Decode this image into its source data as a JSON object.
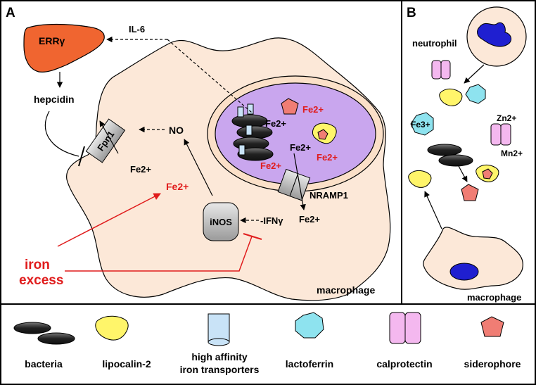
{
  "panels": {
    "a": "A",
    "b": "B"
  },
  "panel_a": {
    "err": "ERRγ",
    "il6": "IL-6",
    "hepcidin": "hepcidin",
    "fpn1": "Fpn1",
    "no": "NO",
    "fe_fpn": "Fe2+",
    "fe_red": "Fe2+",
    "inos": "iNOS",
    "ifn": "-IFNγ",
    "fe_out": "Fe2+",
    "nramp1": "NRAMP1",
    "fe_vac1": "Fe2+",
    "fe_vac2": "Fe2+",
    "fe_vac3": "Fe2+",
    "fe_vac4": "Fe2+",
    "fe_vac5": "Fe2+",
    "iron_excess_1": "iron",
    "iron_excess_2": "excess",
    "macrophage": "macrophage"
  },
  "panel_b": {
    "neutrophil": "neutrophil",
    "fe3": "Fe3+",
    "zn": "Zn2+",
    "mn": "Mn2+",
    "macrophage": "macrophage"
  },
  "legend": [
    {
      "label": "bacteria"
    },
    {
      "label": "lipocalin-2"
    },
    {
      "label_1": "high affinity",
      "label_2": "iron transporters"
    },
    {
      "label": "lactoferrin"
    },
    {
      "label": "calprotectin"
    },
    {
      "label": "siderophore"
    }
  ],
  "colors": {
    "cell": "#fce8d8",
    "vacuole": "#c9a6ee",
    "liver": "#f06530",
    "iron_red": "#e01c1c",
    "lipocalin": "#fff56a",
    "lactoferrin": "#8ee3ef",
    "calprotectin": "#f4b8ef",
    "siderophore": "#f07d74",
    "transporter": "#c9e3f7",
    "nucleus": "#1f1fd0"
  }
}
